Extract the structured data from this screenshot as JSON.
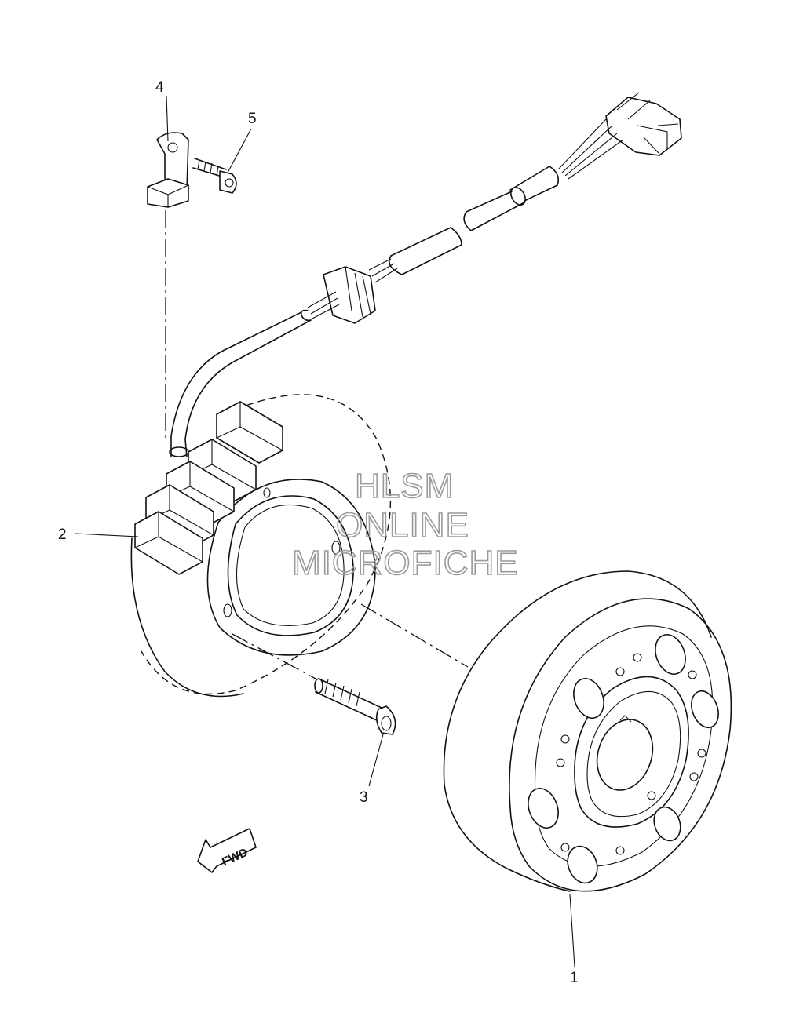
{
  "callouts": {
    "p1": "1",
    "p2": "2",
    "p3": "3",
    "p4": "4",
    "p5": "5"
  },
  "direction_label": "FWD",
  "watermark": {
    "line1": "HLSM",
    "line2": "ONLINE",
    "line3": "MICROFICHE"
  }
}
